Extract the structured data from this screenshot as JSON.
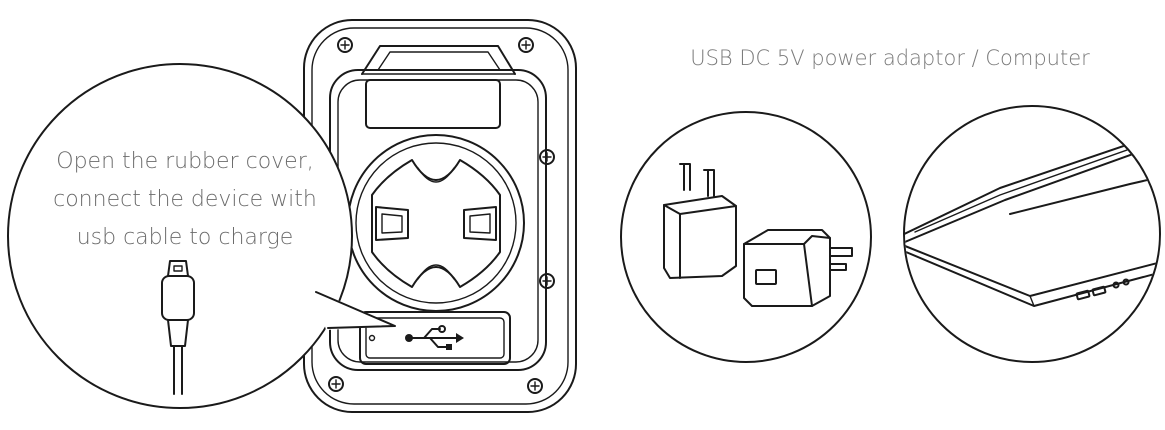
{
  "instruction": {
    "line1": "Open the rubber cover,",
    "line2": "connect the device with",
    "line3": "usb cable to charge"
  },
  "power_sources": {
    "title": "USB DC 5V power adaptor / Computer"
  },
  "icons": {
    "usb_port": "usb-symbol-icon",
    "cable": "micro-usb-cable-icon",
    "adaptor": "wall-charger-icon",
    "computer": "laptop-icon",
    "screw": "screw-icon"
  }
}
